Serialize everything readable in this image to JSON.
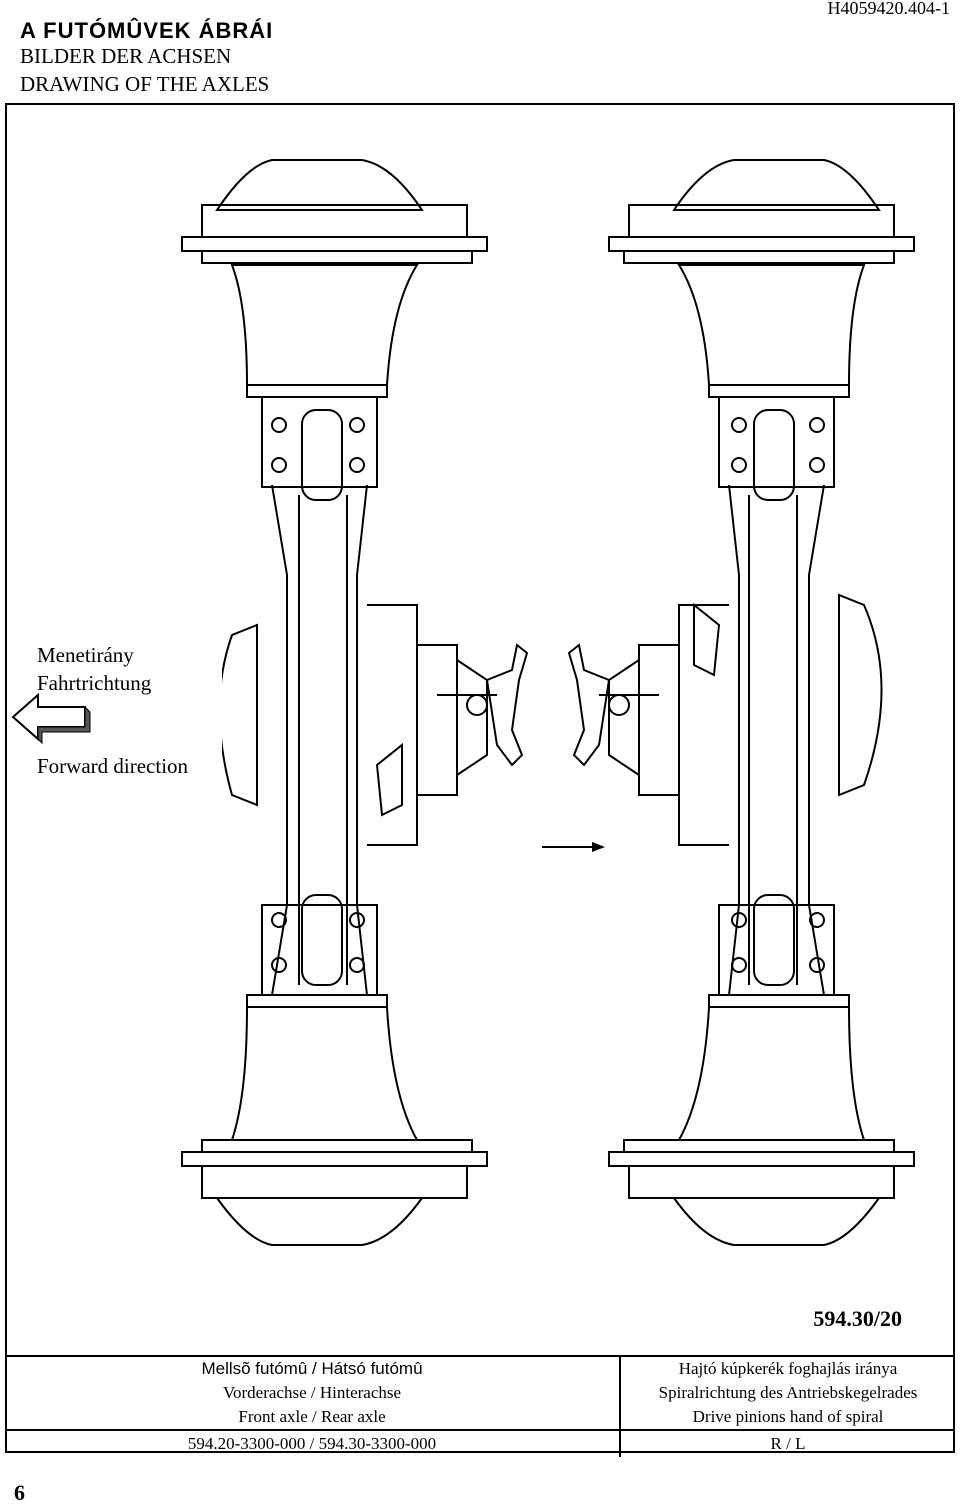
{
  "header": {
    "title_hu": "A FUTÓMÛVEK ÁBRÁI",
    "title_de": "BILDER DER ACHSEN",
    "title_en": "DRAWING OF THE AXLES",
    "doc_id": "H4059420.404-1"
  },
  "direction": {
    "label_hu": "Menetirány",
    "label_de": "Fahrtrichtung",
    "label_en": "Forward direction",
    "arrow_icon": "arrow-left-icon"
  },
  "drawing": {
    "part_number": "594.30/20"
  },
  "info_table": {
    "axle_hu": "Mellsõ futómû / Hátsó futómû",
    "axle_de": "Vorderachse / Hinterachse",
    "axle_en": "Front axle / Rear axle",
    "spiral_hu": "Hajtó kúpkerék foghajlás iránya",
    "spiral_de": "Spiralrichtung des Antriebskegelrades",
    "spiral_en": "Drive pinions hand of spiral",
    "part_numbers": "594.20-3300-000 / 594.30-3300-000",
    "spiral_value": "R / L"
  },
  "page_number": "6"
}
